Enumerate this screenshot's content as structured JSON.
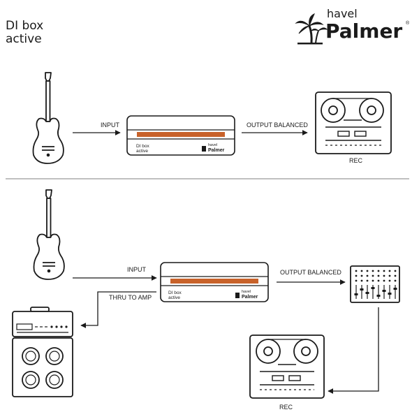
{
  "title": {
    "line1": "DI box",
    "line2": "active"
  },
  "brand": {
    "small": "havel",
    "big": "Palmer",
    "registered": "®"
  },
  "colors": {
    "stroke": "#1a1a1a",
    "accent": "#c8622a",
    "divider": "#999999"
  },
  "diagram1": {
    "input_label": "INPUT",
    "output_label": "OUTPUT BALANCED",
    "rec_label": "REC",
    "device": {
      "name_line1": "DI box",
      "name_line2": "active",
      "brand_small": "havel",
      "brand_big": "Palmer"
    }
  },
  "diagram2": {
    "input_label": "INPUT",
    "output_label": "OUTPUT BALANCED",
    "thru_label": "THRU TO AMP",
    "rec_label": "REC",
    "device": {
      "name_line1": "DI box",
      "name_line2": "active",
      "brand_small": "havel",
      "brand_big": "Palmer"
    }
  },
  "icons": [
    "guitar-icon",
    "di-box-icon",
    "tape-recorder-icon",
    "mixer-icon",
    "amp-stack-icon",
    "palm-tree-icon"
  ]
}
